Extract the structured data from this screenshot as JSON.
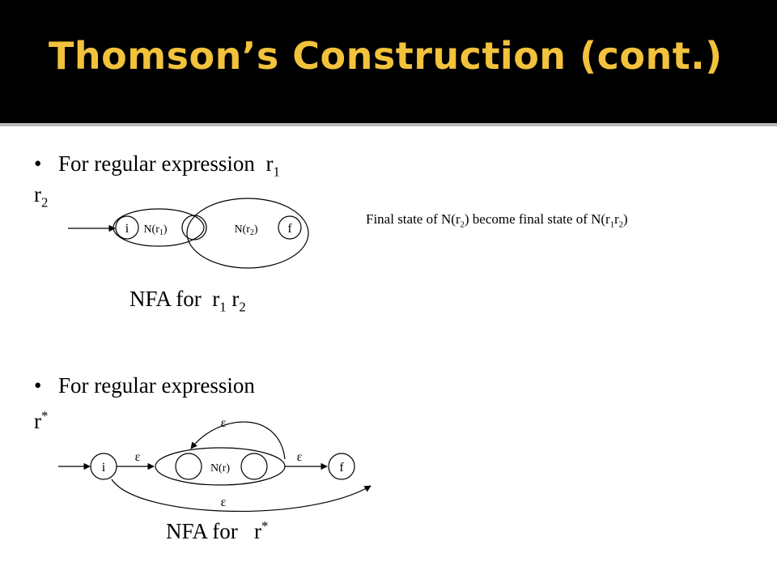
{
  "slide": {
    "title": "Thomson’s Construction (cont.)",
    "bullet_char": "•",
    "section1": {
      "bullet_text": "For regular expression",
      "expr_r": "r",
      "expr_sub1": "1",
      "expr_r2": "r",
      "expr_sub2": "2",
      "caption_prefix": "NFA for",
      "caption_r1": "r",
      "caption_s1": "1",
      "caption_r2": "r",
      "caption_s2": "2",
      "note": {
        "p1": "Final state of N(r",
        "s1": "2",
        "p2": ") become final state of N(r",
        "s2": "1",
        "p3": "r",
        "s3": "2",
        "p4": ")"
      },
      "diagram": {
        "start_state": "i",
        "final_state": "f",
        "n1_text": "N(r",
        "n1_sub": "1",
        "n1_close": ")",
        "n2_text": "N(r",
        "n2_sub": "2",
        "n2_close": ")"
      }
    },
    "section2": {
      "bullet_text": "For regular expression",
      "expr_r": "r",
      "expr_sup": "*",
      "caption_prefix": "NFA for",
      "caption_r": "r",
      "caption_sup": "*",
      "diagram": {
        "start_state": "i",
        "final_state": "f",
        "inner_label": "N(r)",
        "eps_top": "ε",
        "eps_left": "ε",
        "eps_right": "ε",
        "eps_bottom": "ε"
      }
    }
  }
}
